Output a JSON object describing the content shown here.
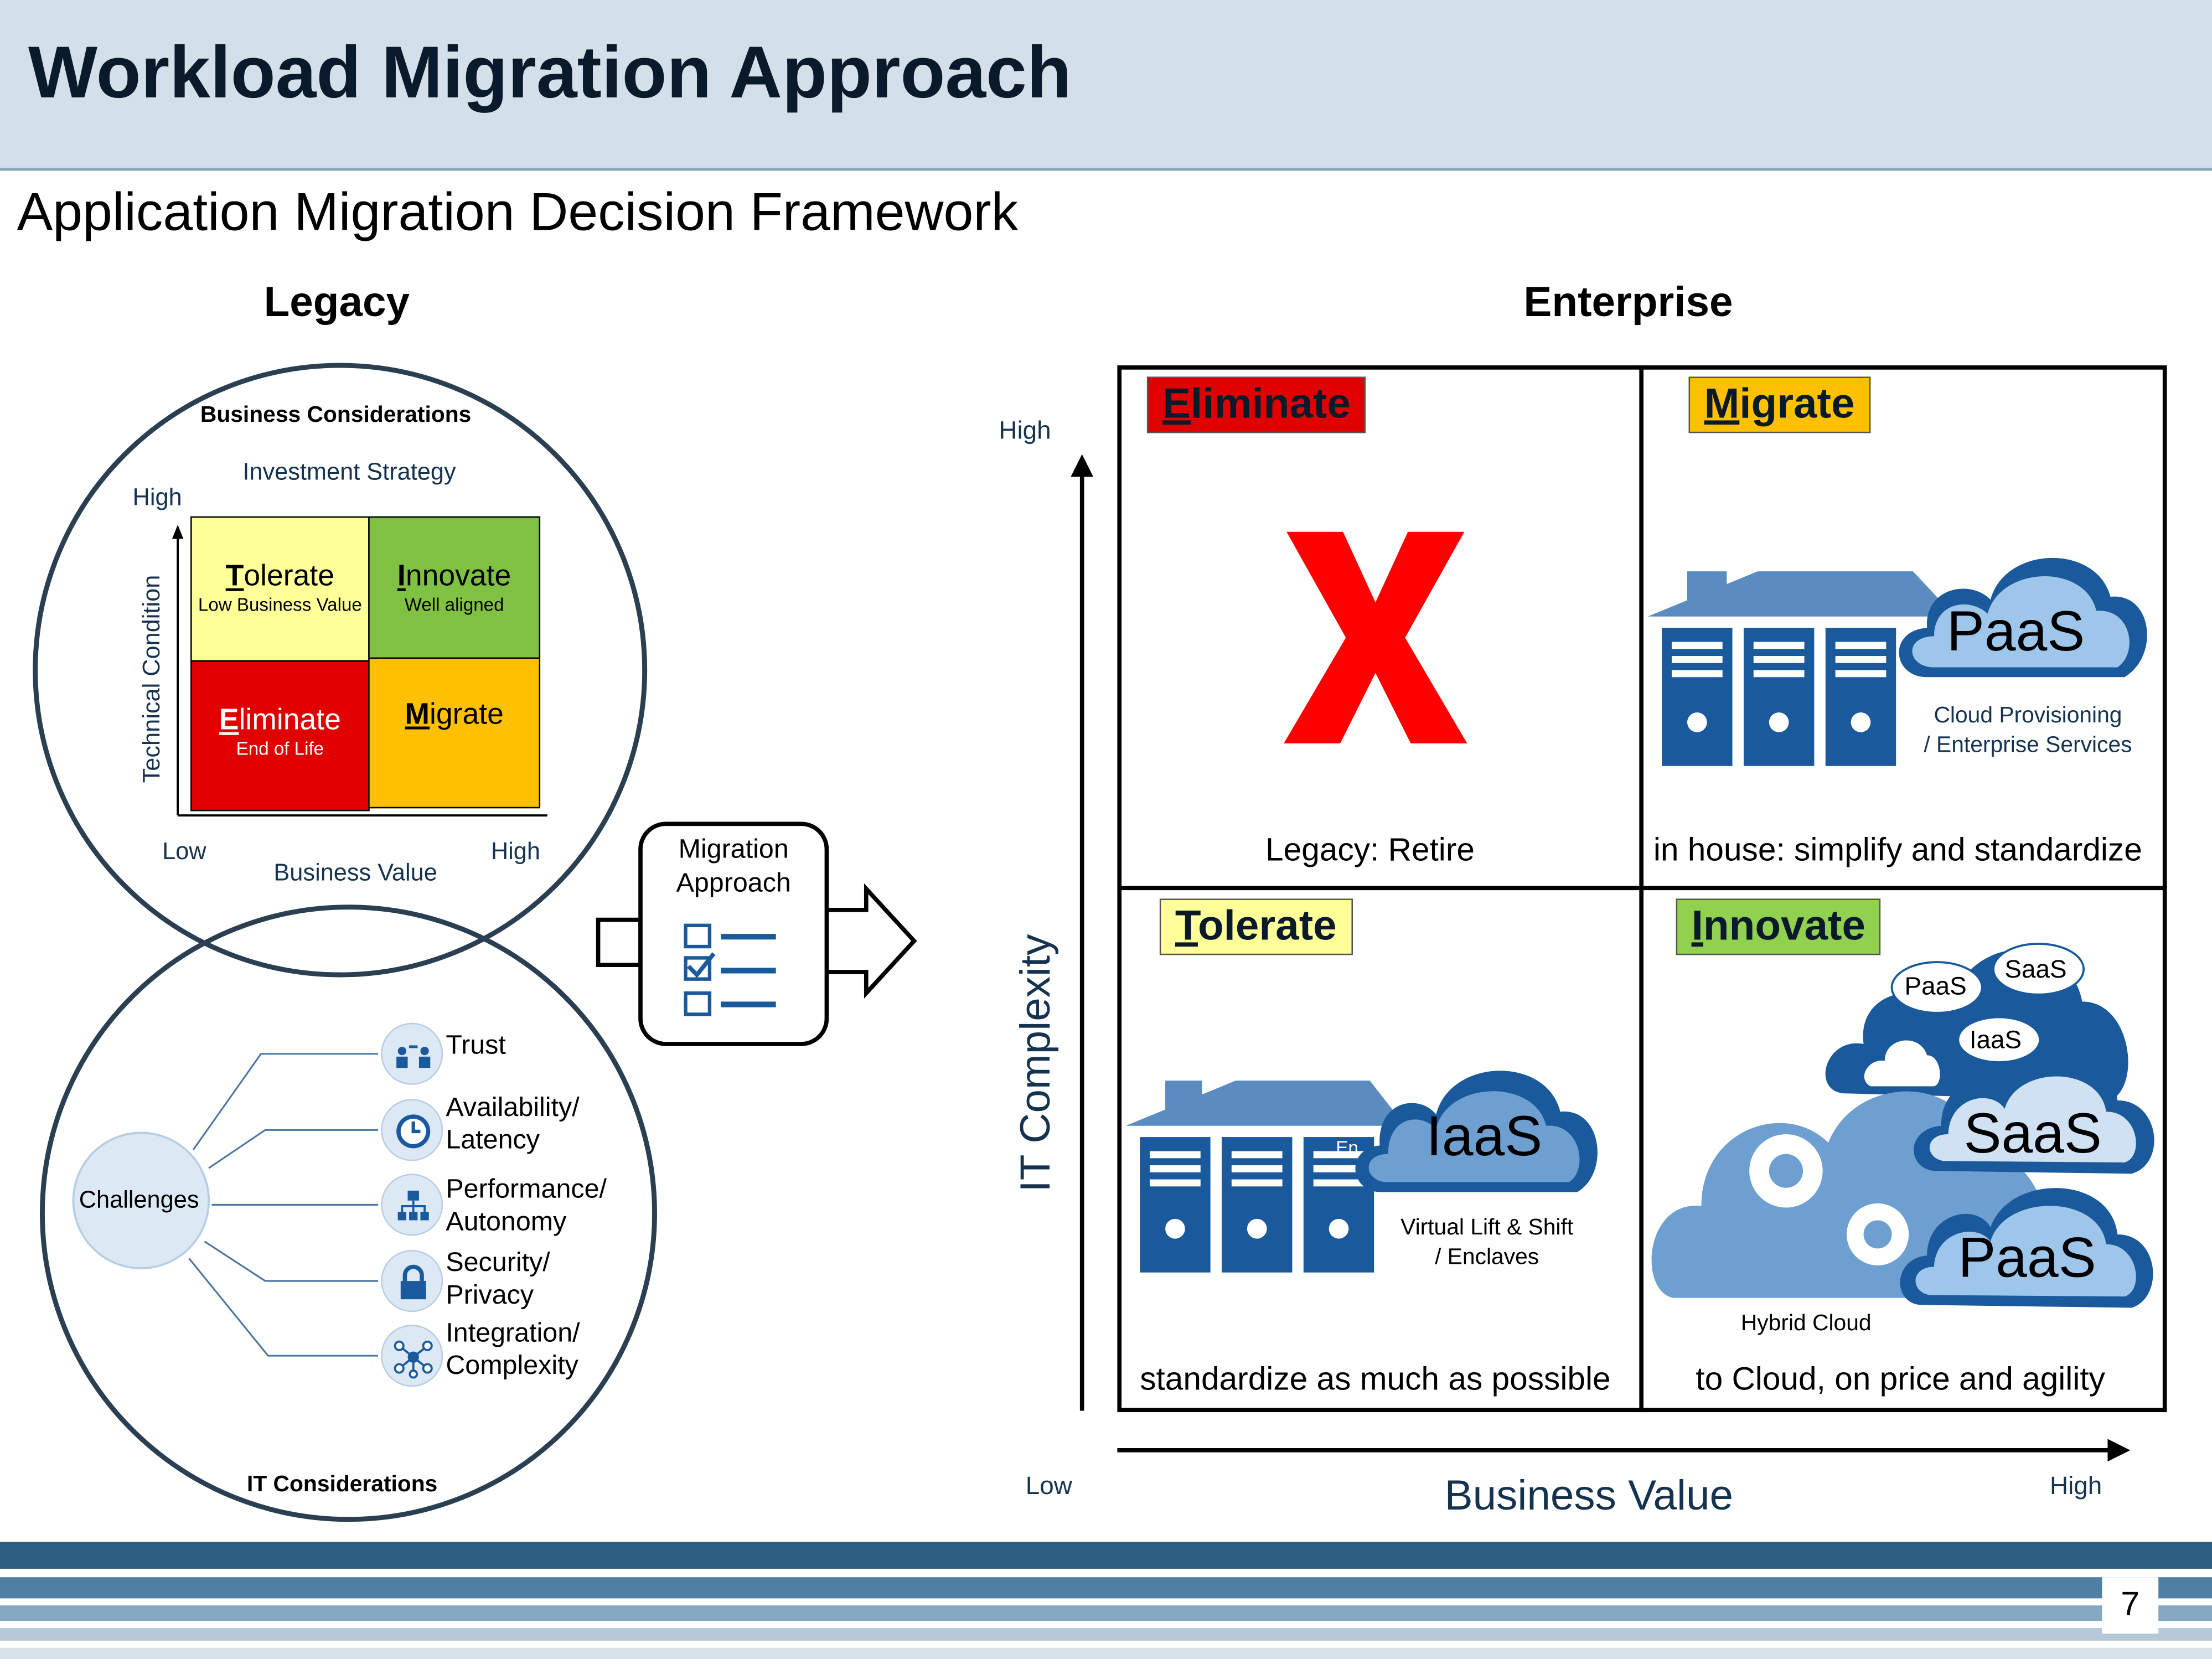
{
  "header": {
    "title": "Workload Migration Approach"
  },
  "subtitle": "Application Migration Decision Framework",
  "legacy": {
    "section_title": "Legacy",
    "business": {
      "title": "Business Considerations",
      "strategy_label": "Investment Strategy",
      "y_high": "High",
      "y_axis_label": "Technical Condition",
      "x_low": "Low",
      "x_high": "High",
      "x_axis_label": "Business Value",
      "cells": {
        "tolerate": {
          "initial": "T",
          "rest": "olerate",
          "sub": "Low Business Value",
          "color": "#ffff99"
        },
        "innovate": {
          "initial": "I",
          "rest": "nnovate",
          "sub": "Well aligned",
          "color": "#7fc241"
        },
        "eliminate": {
          "initial": "E",
          "rest": "liminate",
          "sub": "End of Life",
          "color": "#e00000"
        },
        "migrate": {
          "initial": "M",
          "rest": "igrate",
          "sub": "",
          "color": "#ffc000"
        }
      }
    },
    "it": {
      "title": "IT Considerations",
      "hub": "Challenges",
      "items": [
        {
          "line1": "Trust",
          "line2": "",
          "icon": "people-icon"
        },
        {
          "line1": "Availability/",
          "line2": "Latency",
          "icon": "clock-icon"
        },
        {
          "line1": "Performance/",
          "line2": "Autonomy",
          "icon": "org-chart-icon"
        },
        {
          "line1": "Security/",
          "line2": "Privacy",
          "icon": "lock-icon"
        },
        {
          "line1": "Integration/",
          "line2": "Complexity",
          "icon": "network-icon"
        }
      ]
    }
  },
  "migration_approach": {
    "line1": "Migration",
    "line2": "Approach",
    "icon": "checklist-icon"
  },
  "enterprise": {
    "section_title": "Enterprise",
    "y_high": "High",
    "y_axis_label": "IT  Complexity",
    "x_low": "Low",
    "x_high": "High",
    "x_axis_label": "Business Value",
    "quadrants": {
      "eliminate": {
        "initial": "E",
        "rest": "liminate",
        "caption": "Legacy: Retire",
        "color": "#ff0000"
      },
      "migrate": {
        "initial": "M",
        "rest": "igrate",
        "caption": "in house: simplify and standardize",
        "cloud": "PaaS",
        "cloud_sub1": "Cloud Provisioning",
        "cloud_sub2": "/ Enterprise Services",
        "color": "#ffc000"
      },
      "tolerate": {
        "initial": "T",
        "rest": "olerate",
        "caption": "standardize as much as possible",
        "cloud": "IaaS",
        "cloud_sub1": "Virtual Lift & Shift",
        "cloud_sub2": "/ Enclaves",
        "partial_label": "En",
        "color": "#ffff99"
      },
      "innovate": {
        "initial": "I",
        "rest": "nnovate",
        "caption": "to Cloud, on price and agility",
        "hybrid_label": "Hybrid Cloud",
        "small_clouds": [
          "PaaS",
          "SaaS",
          "IaaS"
        ],
        "big_clouds": [
          "SaaS",
          "PaaS"
        ],
        "color": "#92d050"
      }
    }
  },
  "page_number": "7",
  "colors": {
    "navy": "#1a5a9c",
    "ring": "#2b3f52",
    "cloud_light": "#9ec5ea"
  }
}
